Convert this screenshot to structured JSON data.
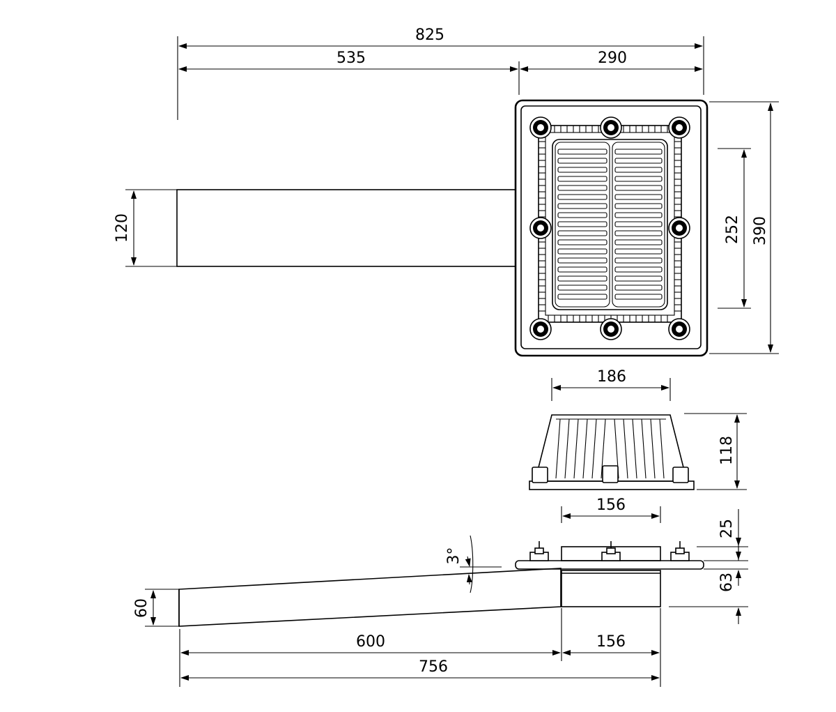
{
  "dimensions": {
    "total_length_top": "825",
    "pipe_length_top": "535",
    "box_width": "290",
    "pipe_height": "120",
    "grate_height": "252",
    "box_height": "390",
    "cap_width": "186",
    "cap_height": "118",
    "body_width": "156",
    "flange_thickness": "25",
    "body_depth": "63",
    "slope_angle": "3°",
    "outlet_height": "60",
    "pipe_length_side": "600",
    "body_width_side": "156",
    "total_length_side": "756"
  },
  "icons": {
    "arrow": "arrowhead",
    "bolt": "bolt-icon"
  }
}
